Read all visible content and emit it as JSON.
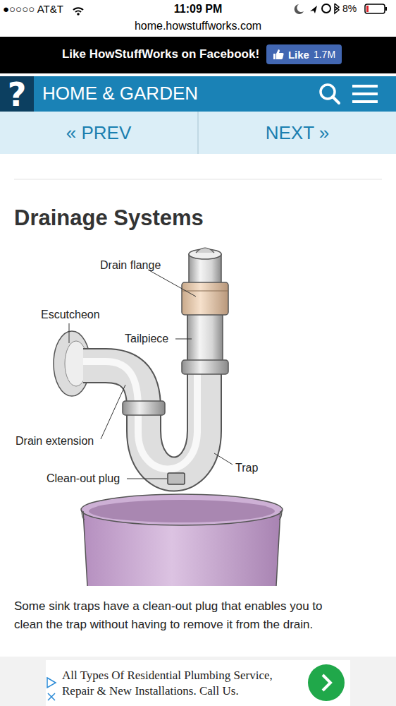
{
  "diagram": {
    "title": "Drainage Systems",
    "caption": "Some sink traps have a clean-out plug that enables you to clean the trap without having to remove it from the drain.",
    "nodes": [
      {
        "text": [
          "Like",
          "1.7M"
        ]
      },
      {
        "text": [
          "« PREV"
        ]
      },
      {
        "text": [
          "NEXT »"
        ]
      },
      {
        "text": [
          "All Types Of Residential Plumbing Service, Repair & New Installations. Call Us."
        ]
      }
    ],
    "labels": [
      "●○○○○ AT&T",
      "11:09 PM",
      "8%",
      "home.howstuffworks.com",
      "Like HowStuffWorks on Facebook!",
      "?",
      "HOME & GARDEN",
      "Drain flange",
      "Escutcheon",
      "Tailpiece",
      "Drain extension",
      "Clean-out plug",
      "Trap"
    ]
  }
}
